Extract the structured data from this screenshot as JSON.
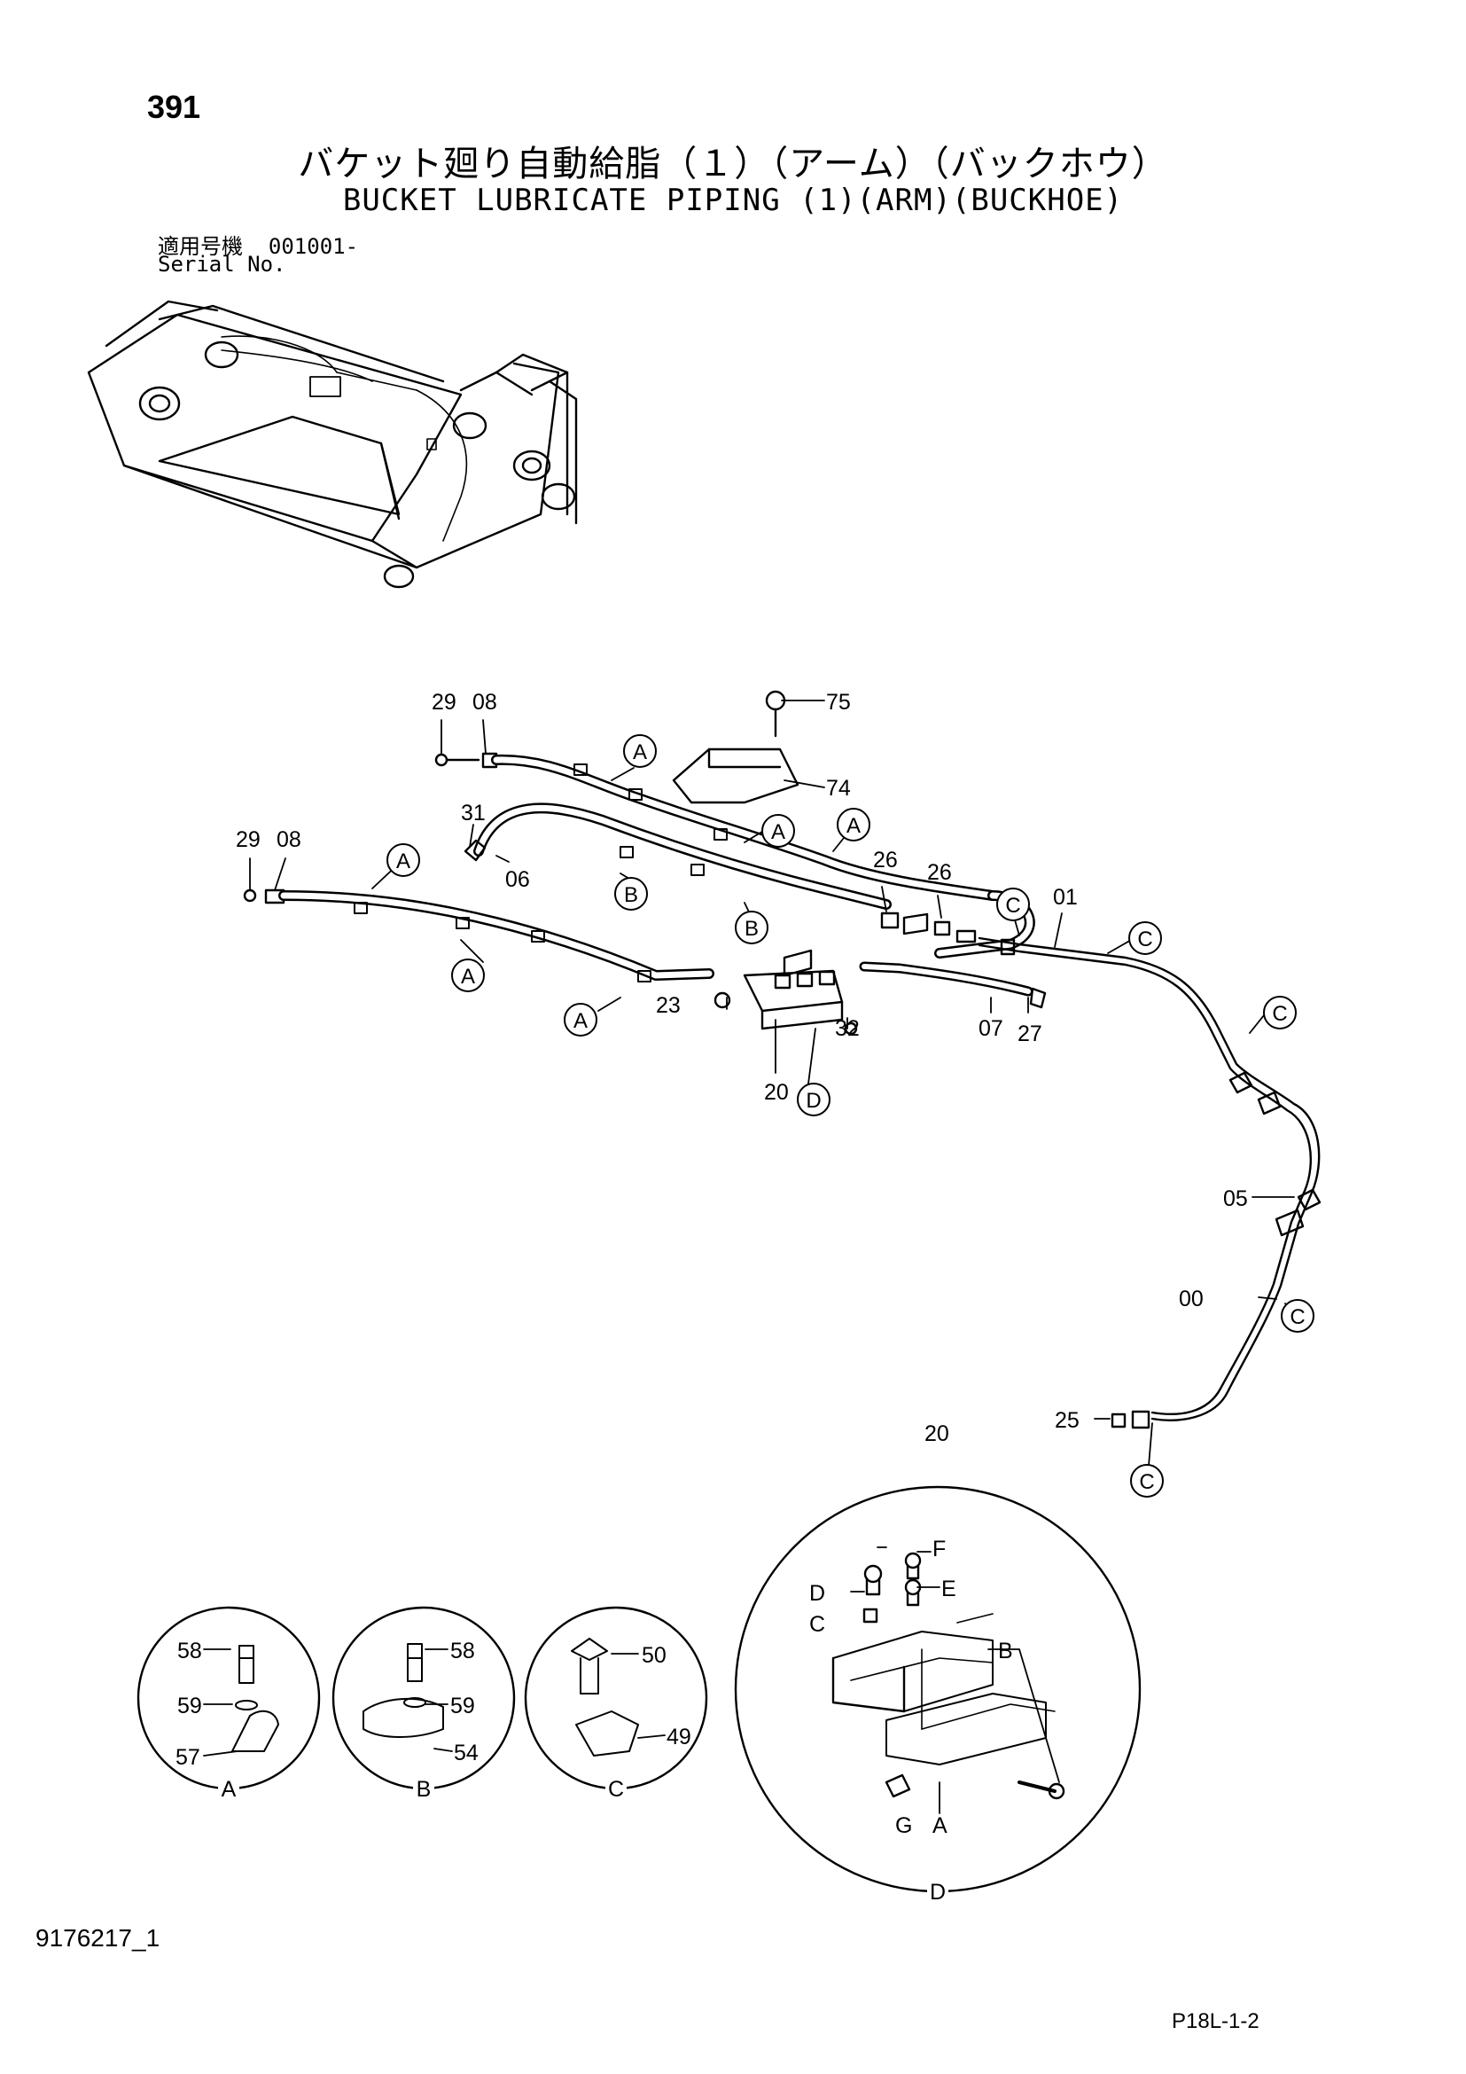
{
  "header": {
    "page_number": "391",
    "title_jp": "バケット廻り自動給脂（１）（アーム）（バックホウ）",
    "title_en": "BUCKET LUBRICATE PIPING (1)(ARM)(BUCKHOE)",
    "serial_label_jp": "適用号機",
    "serial_value": "001001-",
    "serial_label_en": "Serial No."
  },
  "part_labels": {
    "p29a": "29",
    "p08a": "08",
    "p75": "75",
    "p74": "74",
    "p31": "31",
    "p29b": "29",
    "p08b": "08",
    "p06": "06",
    "p26a": "26",
    "p26b": "26",
    "p01": "01",
    "p23": "23",
    "p32": "32",
    "p20": "20",
    "p07": "07",
    "p27": "27",
    "p05": "05",
    "p00": "00",
    "p25": "25",
    "p20d": "20",
    "p58a": "58",
    "p59a": "59",
    "p57": "57",
    "p58b": "58",
    "p59b": "59",
    "p54": "54",
    "p50": "50",
    "p49": "49",
    "dF": "F",
    "dD": "D",
    "dE": "E",
    "dC": "C",
    "dB": "B",
    "dG": "G",
    "dA": "A"
  },
  "callouts": {
    "A": "A",
    "B": "B",
    "C": "C",
    "D": "D"
  },
  "detail_captions": {
    "a": "A",
    "b": "B",
    "c": "C",
    "d": "D"
  },
  "footer": {
    "doc_code": "9176217_1",
    "page_code": "P18L-1-2"
  }
}
